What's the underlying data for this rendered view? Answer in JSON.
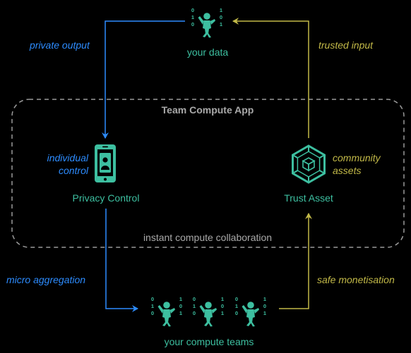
{
  "nodes": {
    "your_data": "your data",
    "privacy_control": "Privacy Control",
    "trust_asset": "Trust Asset",
    "compute_teams": "your compute teams"
  },
  "group": {
    "title": "Team Compute App",
    "footer": "instant compute collaboration"
  },
  "edges": {
    "private_output": "private output",
    "trusted_input": "trusted input",
    "micro_aggregation": "micro aggregation",
    "safe_monetisation": "safe monetisation"
  },
  "annotations": {
    "individual_control": [
      "individual",
      "control"
    ],
    "community_assets": [
      "community",
      "assets"
    ]
  },
  "binary_digits": {
    "left": [
      "0",
      "1",
      "0"
    ],
    "right": [
      "1",
      "0",
      "1"
    ]
  },
  "colors": {
    "background": "#000000",
    "teal": "#3dbfa0",
    "blue": "#2d8cff",
    "olive": "#c2b948",
    "gray": "#a9a9a9"
  },
  "icons": {
    "your_data": "person-binary-icon",
    "privacy_control": "smartphone-user-icon",
    "trust_asset": "cube-hexagon-icon",
    "compute_teams": "person-binary-icon"
  }
}
